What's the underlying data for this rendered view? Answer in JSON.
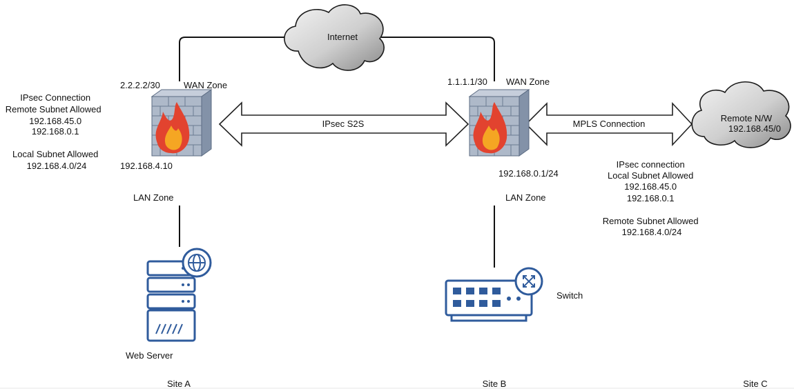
{
  "internet": {
    "label": "Internet"
  },
  "site_a": {
    "wan_ip": "2.2.2.2/30",
    "wan_zone": "WAN Zone",
    "lan_ip": "192.168.4.10",
    "lan_zone": "LAN Zone",
    "ipsec_info": [
      "IPsec Connection",
      "Remote Subnet Allowed",
      "192.168.45.0",
      "192.168.0.1",
      "",
      "Local Subnet Allowed",
      "192.168.4.0/24"
    ],
    "server_label": "Web Server",
    "site_label": "Site A"
  },
  "site_b": {
    "wan_ip": "1.1.1.1/30",
    "wan_zone": "WAN Zone",
    "lan_ip": "192.168.0.1/24",
    "lan_zone": "LAN Zone",
    "switch_label": "Switch",
    "site_label": "Site B"
  },
  "site_c": {
    "remote_name": "Remote N/W",
    "remote_subnet": "192.168.45/0",
    "ipsec_info": [
      "IPsec connection",
      "Local Subnet Allowed",
      "192.168.45.0",
      "192.168.0.1",
      "",
      "Remote Subnet Allowed",
      "192.168.4.0/24"
    ],
    "site_label": "Site C"
  },
  "links": {
    "ipsec_s2s": "IPsec S2S",
    "mpls": "MPLS Connection"
  },
  "icons": {
    "firewall": "firewall-icon",
    "cloud": "cloud-icon",
    "server": "web-server-icon",
    "globe": "globe-icon",
    "switch": "switch-icon"
  },
  "colors": {
    "icon_blue": "#2f5b9c",
    "brick": "#9aa8bd",
    "flame_orange": "#f08a24",
    "flame_red": "#e2432f",
    "cloud_grey": "#c9c9c9"
  }
}
